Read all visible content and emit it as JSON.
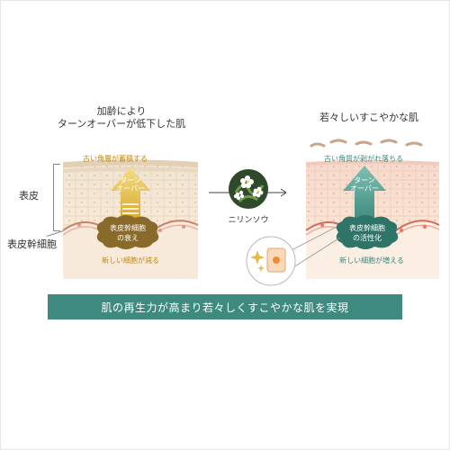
{
  "left_panel": {
    "title": "加齢により\nターンオーバーが低下した肌",
    "top_label": "古い角層が蓄積する",
    "arrow_text": "ターン\nオーバー",
    "cell_label": "表皮幹細胞\nの衰え",
    "bottom_label": "新しい細胞が減る"
  },
  "side_labels": {
    "epidermis": "表皮",
    "stem_cell": "表皮幹細胞"
  },
  "middle": {
    "plant_label": "ニリンソウ"
  },
  "right_panel": {
    "title": "若々しいすこやかな肌",
    "top_label": "古い角質が剥がれ落ちる",
    "arrow_text": "ターン\nオーバー",
    "cell_label": "表皮幹細胞\nの活性化",
    "bottom_label": "新しい細胞が増える"
  },
  "banner": {
    "text": "肌の再生力が高まり若々しくすこやかな肌を実現"
  },
  "colors": {
    "accent": "#3f8a7f",
    "gold": "#d4a017",
    "skin": "#f6e3cf"
  }
}
